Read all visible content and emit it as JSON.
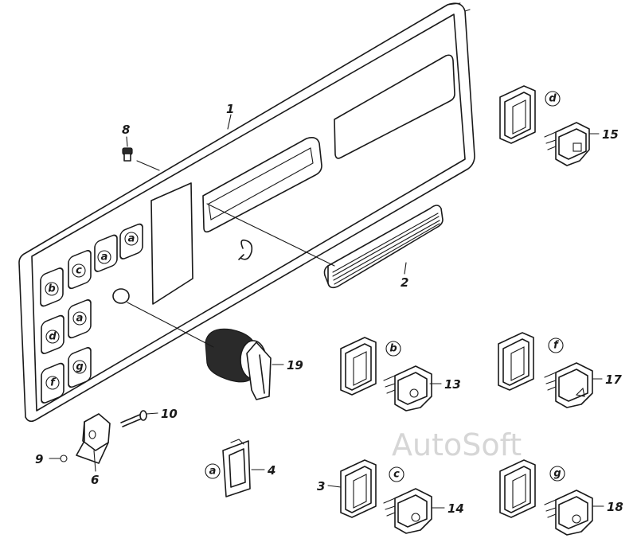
{
  "watermark": "AutoSoft",
  "callouts": {
    "n1": "1",
    "n2": "2",
    "n3": "3",
    "n4": "4",
    "n6": "6",
    "n8": "8",
    "n9": "9",
    "n10": "10",
    "n13": "13",
    "n14": "14",
    "n15": "15",
    "n17": "17",
    "n18": "18",
    "n19": "19"
  },
  "panel_keys": {
    "k1": "a",
    "k2": "a",
    "k3": "b",
    "k4": "c",
    "k5": "d",
    "k6": "a",
    "k7": "f",
    "k8": "g"
  },
  "switch_letters": {
    "sw_d": "d",
    "sw_b": "b",
    "sw_f": "f",
    "sw_c": "c",
    "sw_g": "g",
    "blank_a": "a"
  }
}
